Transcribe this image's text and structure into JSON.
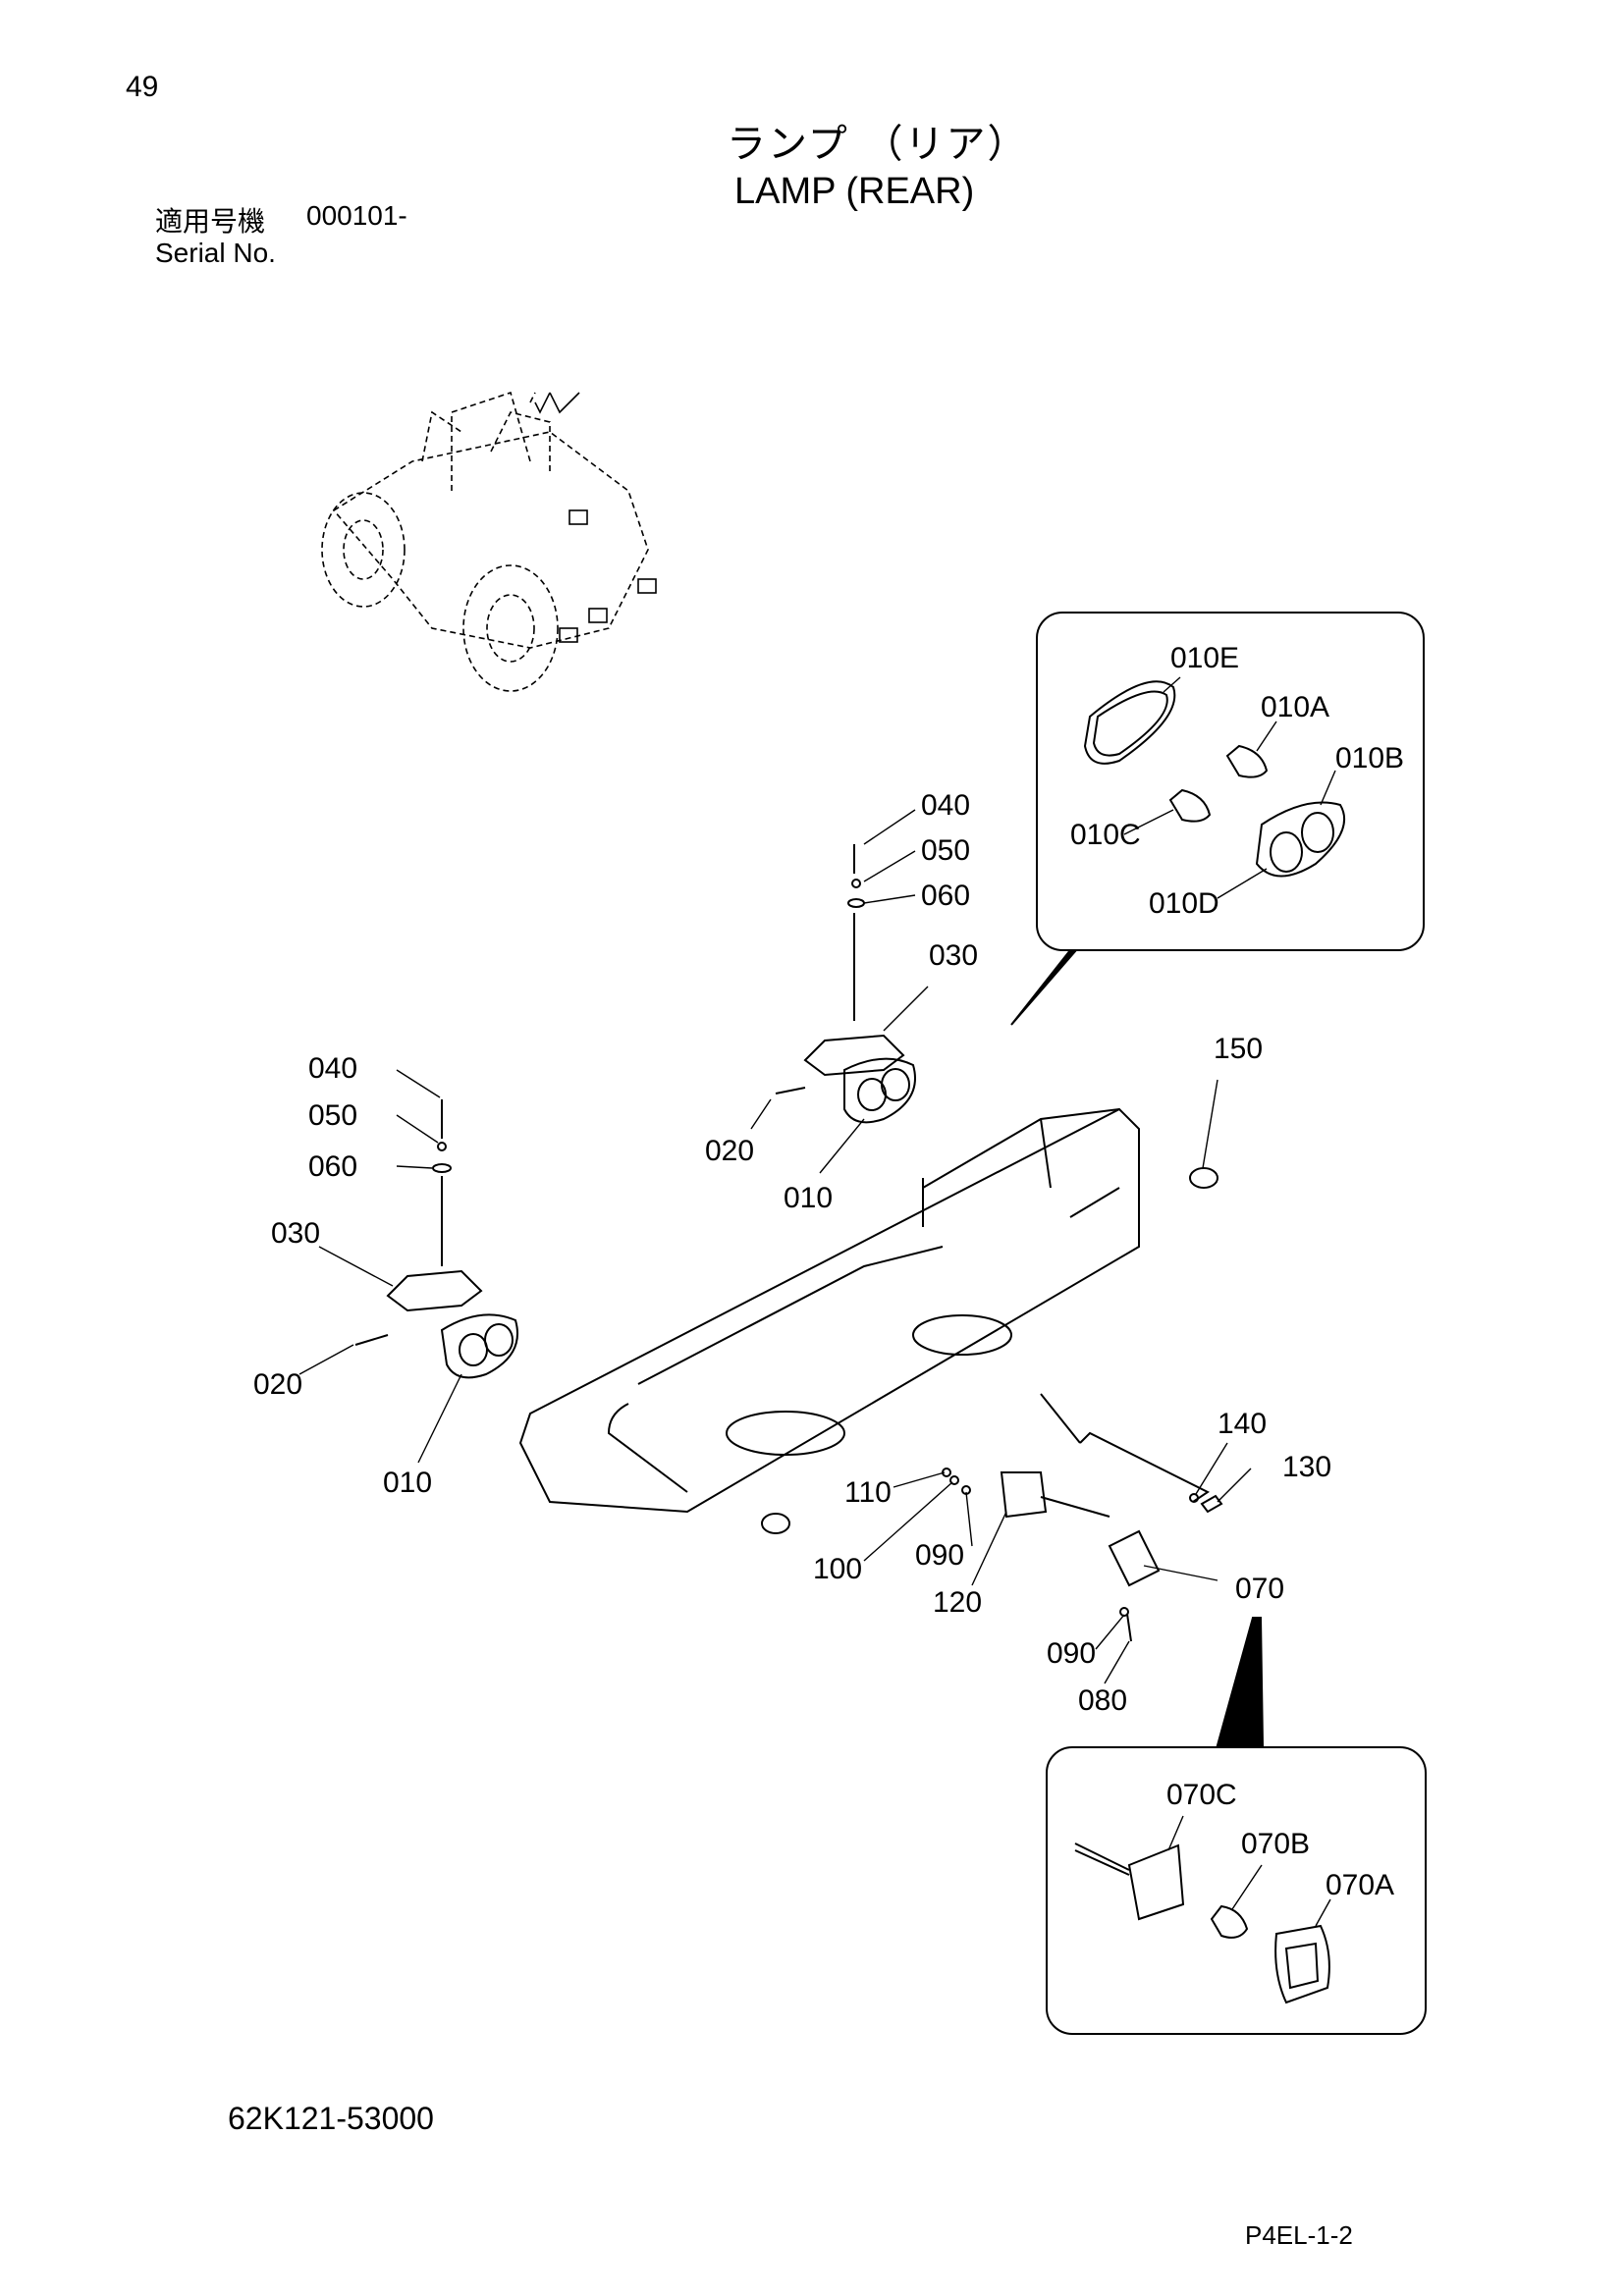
{
  "page_number": "49",
  "title_jp": "ランプ （リア）",
  "title_en": "LAMP (REAR)",
  "serial_label_jp": "適用号機",
  "serial_value": "000101-",
  "serial_label_en": "Serial No.",
  "document_code": "62K121-53000",
  "page_code": "P4EL-1-2",
  "callouts": {
    "c010E": "010E",
    "c010A": "010A",
    "c010B": "010B",
    "c010C": "010C",
    "c010D": "010D",
    "c040_right": "040",
    "c050_right": "050",
    "c060_right": "060",
    "c030_right": "030",
    "c020_right": "020",
    "c010_right": "010",
    "c150": "150",
    "c040_left": "040",
    "c050_left": "050",
    "c060_left": "060",
    "c030_left": "030",
    "c020_left": "020",
    "c010_left": "010",
    "c140": "140",
    "c130": "130",
    "c110": "110",
    "c100": "100",
    "c090_a": "090",
    "c120": "120",
    "c070": "070",
    "c090_b": "090",
    "c080": "080",
    "c070C": "070C",
    "c070B": "070B",
    "c070A": "070A"
  }
}
